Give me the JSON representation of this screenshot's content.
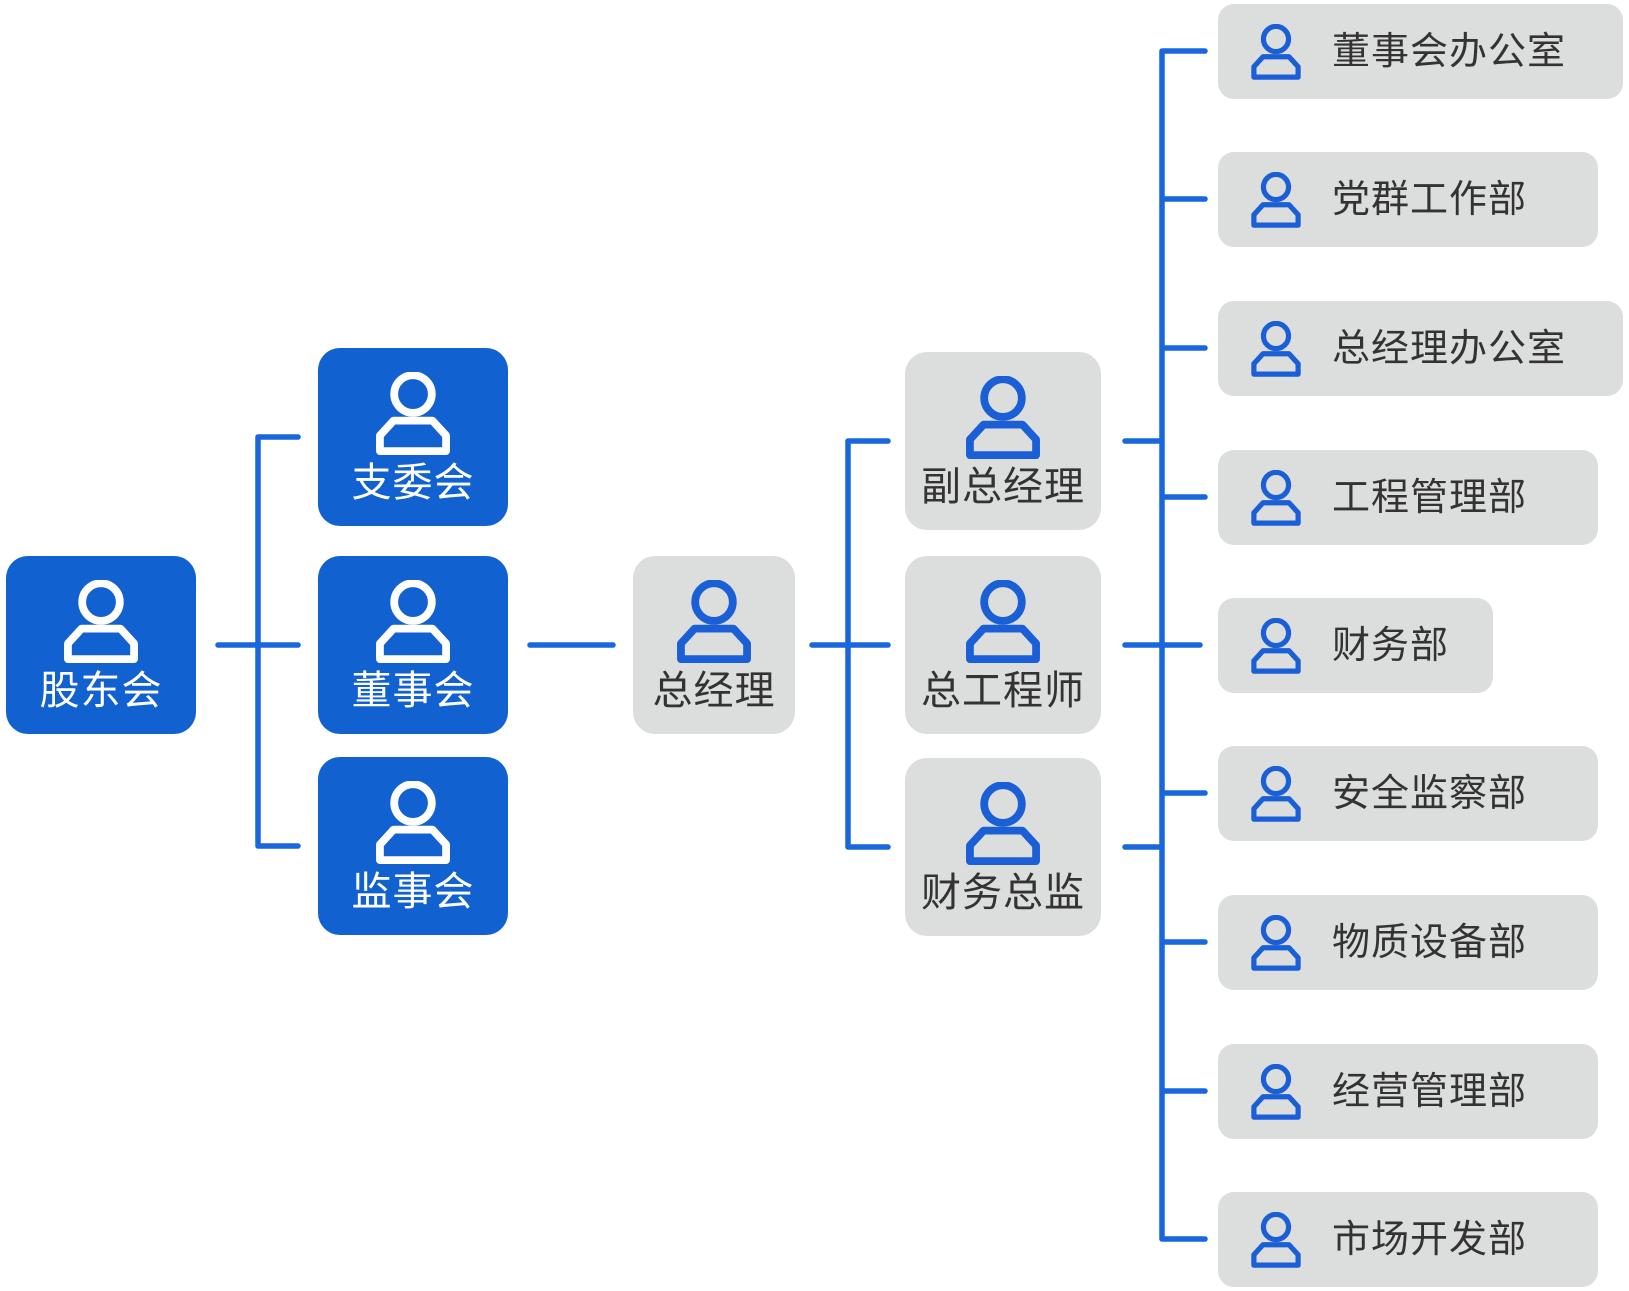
{
  "org_chart": {
    "shareholders": {
      "label": "股东会"
    },
    "committees": [
      {
        "id": "branch-committee",
        "label": "支委会"
      },
      {
        "id": "board-of-directors",
        "label": "董事会"
      },
      {
        "id": "supervisory-board",
        "label": "监事会"
      }
    ],
    "general_manager": {
      "label": "总经理"
    },
    "executives": [
      {
        "id": "deputy-general-manager",
        "label": "副总经理"
      },
      {
        "id": "chief-engineer",
        "label": "总工程师"
      },
      {
        "id": "finance-director",
        "label": "财务总监"
      }
    ],
    "departments": [
      {
        "label": "董事会办公室"
      },
      {
        "label": "党群工作部"
      },
      {
        "label": "总经理办公室"
      },
      {
        "label": "工程管理部"
      },
      {
        "label": "财务部"
      },
      {
        "label": "安全监察部"
      },
      {
        "label": "物质设备部"
      },
      {
        "label": "经营管理部"
      },
      {
        "label": "市场开发部"
      }
    ],
    "colors": {
      "primary_blue": "#1261d1",
      "connector_blue": "#1a66dc",
      "icon_blue": "#1b5fd6",
      "node_gray": "#dcdedd",
      "text_dark": "#333333",
      "text_light": "#ffffff"
    }
  }
}
